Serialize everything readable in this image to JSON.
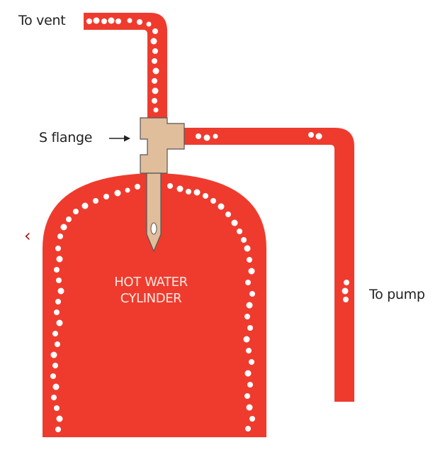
{
  "labels": {
    "to_vent": "To vent",
    "to_pump": "To pump",
    "s_flange": "S flange"
  },
  "cylinder": {
    "line1": "HOT WATER",
    "line2": "CYLINDER"
  },
  "nav": {
    "prev_glyph": "‹"
  },
  "colors": {
    "pipe_red": "#ee3b2e",
    "flange_tan": "#e0bd9b",
    "outline": "#555555",
    "bubble": "#ffffff"
  }
}
